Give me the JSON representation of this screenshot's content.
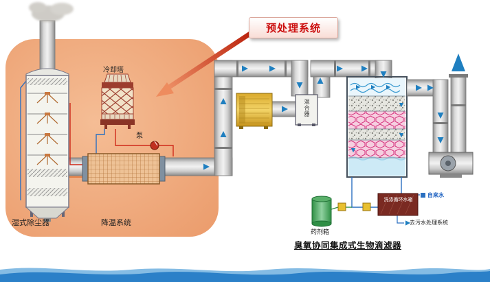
{
  "callout": {
    "label": "预处理系统"
  },
  "pretreatment": {
    "scrubber_label": "湿式除尘器",
    "cooling_tower_label": "冷却塔",
    "pump_label": "泵",
    "cooling_system_label": "降温系统"
  },
  "midsection": {
    "mixer_label": "混合器"
  },
  "biofilter": {
    "caption": "臭氧协同集成式生物滴滤器",
    "chemical_tank_label": "药剂箱",
    "wash_tank_label": "洗涤循环水箱",
    "tap_water_label": "自来水",
    "to_sewage_label": "去污水处理系统"
  },
  "colors": {
    "panel_orange": "#f0a97c",
    "duct_gray": "#bdbdbd",
    "flow_arrow_blue": "#1f7fc0",
    "callout_red": "#cc1111",
    "equipment_gold": "#e8c14a",
    "honeycomb_pink": "#d6337e",
    "water_cyan": "#cdeaf6",
    "tank_maroon": "#7a2a22",
    "chemical_green": "#2f8f45",
    "wave_blue": "#2b80c8"
  }
}
